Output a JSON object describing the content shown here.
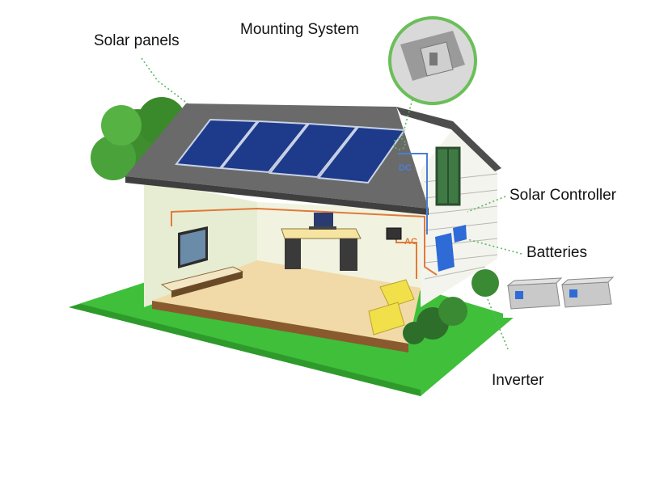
{
  "labels": {
    "solar_panels": "Solar panels",
    "mounting_system": "Mounting System",
    "solar_controller": "Solar Controller",
    "batteries": "Batteries",
    "inverter": "Inverter"
  },
  "wire_labels": {
    "dc": "DC",
    "ac": "AC"
  },
  "colors": {
    "grass": "#3fbf3a",
    "roof": "#6a6a6a",
    "panel": "#1e3a8a",
    "callout_line": "#5cb85c",
    "dc_wire": "#4a7fd6",
    "ac_wire": "#e07a3a",
    "floor": "#f2d9a8"
  },
  "icons": [
    "tree-icon",
    "house-icon",
    "solar-panel-icon",
    "battery-icon",
    "inverter-icon",
    "controller-icon",
    "tv-icon",
    "computer-icon",
    "armchair-icon"
  ]
}
